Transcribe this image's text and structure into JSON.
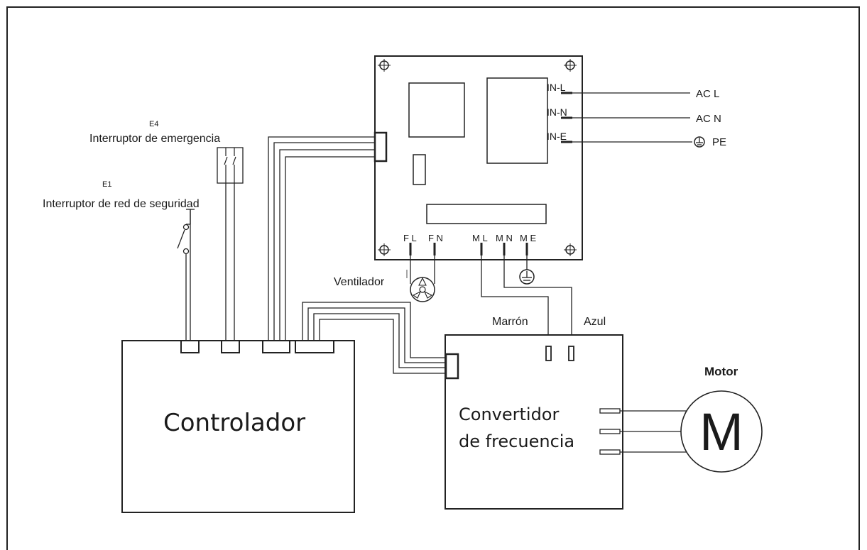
{
  "labels": {
    "e4_code": "E4",
    "e4_name": "Interruptor de emergencia",
    "e1_code": "E1",
    "e1_name": "Interruptor de red de seguridad",
    "fan": "Ventilador",
    "brown": "Marrón",
    "blue": "Azul",
    "motor_title": "Motor",
    "motor_symbol": "M",
    "controller": "Controlador",
    "converter_line1": "Convertidor",
    "converter_line2": "de frecuencia",
    "ac_l": "AC L",
    "ac_n": "AC N",
    "pe": "PE"
  },
  "board_terminals": {
    "in_l": "IN-L",
    "in_n": "IN-N",
    "in_e": "IN-E",
    "fl": "F L",
    "fn": "F N",
    "ml": "M L",
    "mn": "M N",
    "me": "M E"
  },
  "colors": {
    "line": "#222222",
    "background": "#ffffff"
  }
}
